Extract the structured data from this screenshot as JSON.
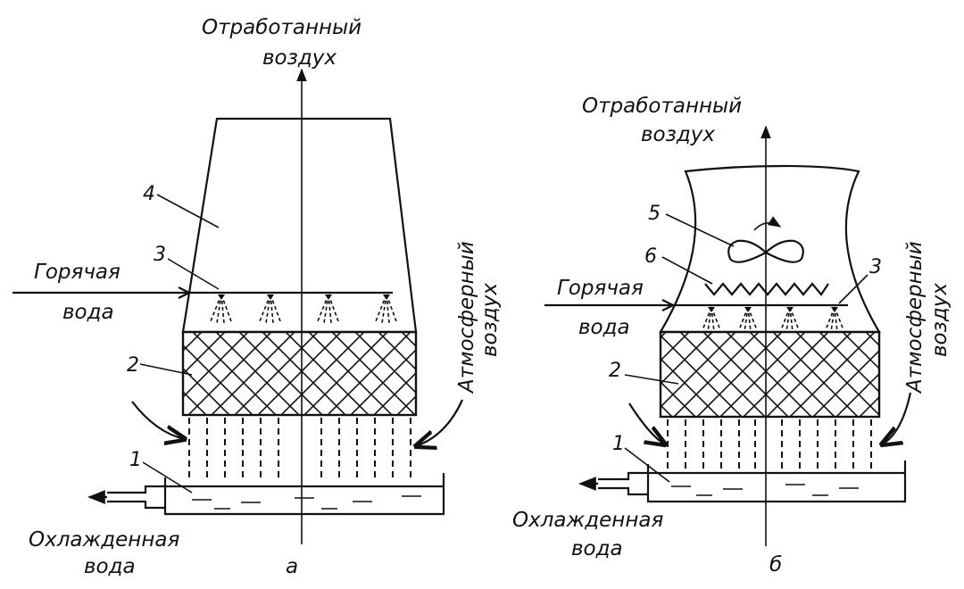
{
  "diagram_a": {
    "exhaust_air": [
      "Отработанный",
      "воздух"
    ],
    "hot_water": [
      "Горячая",
      "вода"
    ],
    "atmospheric_air": [
      "Атмосферный",
      "воздух"
    ],
    "cooled_water": [
      "Охлажденная",
      "вода"
    ],
    "caption": "а",
    "numbers": {
      "n1": "1",
      "n2": "2",
      "n3": "3",
      "n4": "4"
    }
  },
  "diagram_b": {
    "exhaust_air": [
      "Отработанный",
      "воздух"
    ],
    "hot_water": [
      "Горячая",
      "вода"
    ],
    "atmospheric_air": [
      "Атмосферный",
      "воздух"
    ],
    "cooled_water": [
      "Охлажденная",
      "вода"
    ],
    "caption": "б",
    "numbers": {
      "n1": "1",
      "n2": "2",
      "n3": "3",
      "n5": "5",
      "n6": "6"
    }
  }
}
